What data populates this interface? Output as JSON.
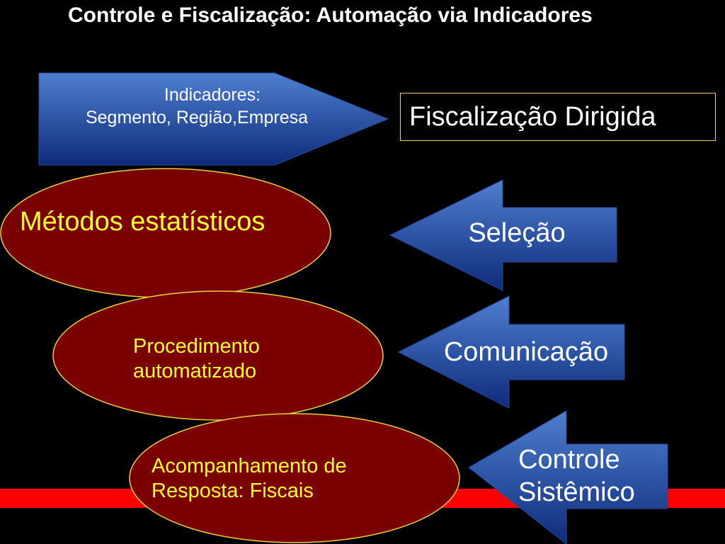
{
  "title": "Controle e Fiscalização: Automação via Indicadores",
  "indicators_arrow": {
    "line1": "Indicadores:",
    "line2": "Segmento, Região,Empresa"
  },
  "target_box": "Fiscalização Dirigida",
  "left_arrows": [
    {
      "label": "Seleção"
    },
    {
      "label": "Comunicação"
    },
    {
      "label_line1": "Controle",
      "label_line2": "Sistêmico"
    }
  ],
  "ellipses": [
    {
      "label": "Métodos estatísticos"
    },
    {
      "label_line1": "Procedimento",
      "label_line2": "automatizado"
    },
    {
      "label_line1": "Acompanhamento de",
      "label_line2": "Resposta: Fiscais"
    }
  ],
  "colors": {
    "background": "#000000",
    "arrow_fill_top": "#4f7fd0",
    "arrow_fill_bottom": "#0d2b7a",
    "ellipse_fill": "#7a0000",
    "ellipse_stroke": "#e8d040",
    "ellipse_text": "#ffff33",
    "red_band": "#ff0000"
  }
}
